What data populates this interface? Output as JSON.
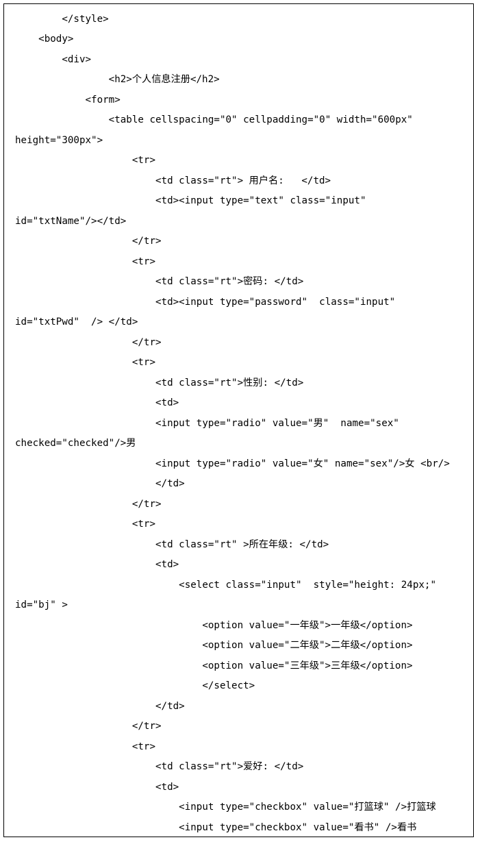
{
  "document": {
    "lines": [
      "        </style>",
      "    <body>",
      "        <div>",
      "                <h2>个人信息注册</h2>",
      "            <form>",
      "                <table cellspacing=\"0\" cellpadding=\"0\" width=\"600px\"",
      "height=\"300px\">",
      "                    <tr>",
      "                        <td class=\"rt\"> 用户名:   </td>",
      "                        <td><input type=\"text\" class=\"input\"",
      "id=\"txtName\"/></td>",
      "                    </tr>",
      "                    <tr>",
      "                        <td class=\"rt\">密码: </td>",
      "                        <td><input type=\"password\"  class=\"input\"",
      "id=\"txtPwd\"  /> </td>",
      "                    </tr>",
      "                    <tr>",
      "                        <td class=\"rt\">性别: </td>",
      "                        <td>",
      "                        <input type=\"radio\" value=\"男\"  name=\"sex\"",
      "checked=\"checked\"/>男",
      "                        <input type=\"radio\" value=\"女\" name=\"sex\"/>女 <br/>",
      "                        </td>",
      "                    </tr>",
      "                    <tr>",
      "                        <td class=\"rt\" >所在年级: </td>",
      "                        <td>",
      "                            <select class=\"input\"  style=\"height: 24px;\"",
      "id=\"bj\" >",
      "                                <option value=\"一年级\">一年级</option>",
      "                                <option value=\"二年级\">二年级</option>",
      "                                <option value=\"三年级\">三年级</option>",
      "                                </select>",
      "                        </td>",
      "                    </tr>",
      "                    <tr>",
      "                        <td class=\"rt\">爱好: </td>",
      "                        <td>",
      "                            <input type=\"checkbox\" value=\"打篮球\" />打篮球",
      "                            <input type=\"checkbox\" value=\"看书\" />看书"
    ]
  }
}
